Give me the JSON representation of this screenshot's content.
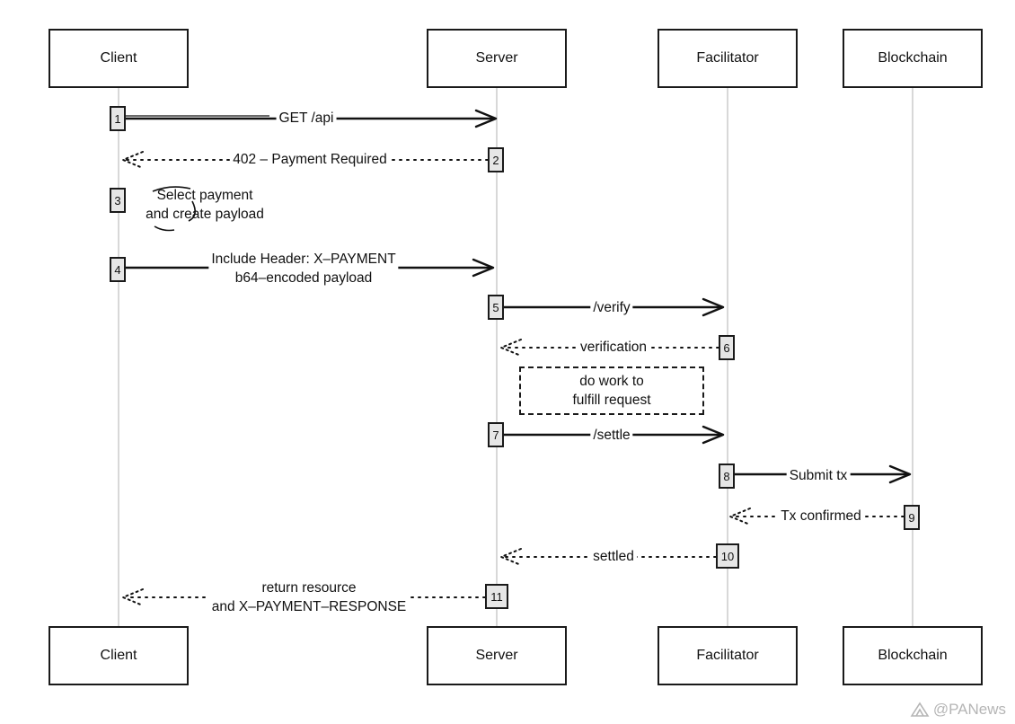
{
  "actors": [
    "Client",
    "Server",
    "Facilitator",
    "Blockchain"
  ],
  "messages": [
    {
      "step": "1",
      "label": [
        "GET /api"
      ],
      "from": 0,
      "to": 1,
      "style": "solid"
    },
    {
      "step": "2",
      "label": [
        "402 – Payment Required"
      ],
      "from": 1,
      "to": 0,
      "style": "dotted"
    },
    {
      "step": "3",
      "label": [
        "Select payment",
        "and create payload"
      ],
      "from": 0,
      "to": 0,
      "style": "self"
    },
    {
      "step": "4",
      "label": [
        "Include Header: X–PAYMENT",
        "b64–encoded payload"
      ],
      "from": 0,
      "to": 1,
      "style": "solid"
    },
    {
      "step": "5",
      "label": [
        "/verify"
      ],
      "from": 1,
      "to": 2,
      "style": "solid"
    },
    {
      "step": "6",
      "label": [
        "verification"
      ],
      "from": 2,
      "to": 1,
      "style": "dotted"
    },
    {
      "step": "7",
      "label": [
        "/settle"
      ],
      "from": 1,
      "to": 2,
      "style": "solid"
    },
    {
      "step": "8",
      "label": [
        "Submit tx"
      ],
      "from": 2,
      "to": 3,
      "style": "solid"
    },
    {
      "step": "9",
      "label": [
        "Tx confirmed"
      ],
      "from": 3,
      "to": 2,
      "style": "dotted"
    },
    {
      "step": "10",
      "label": [
        "settled"
      ],
      "from": 2,
      "to": 1,
      "style": "dotted"
    },
    {
      "step": "11",
      "label": [
        "return resource",
        "and X–PAYMENT–RESPONSE"
      ],
      "from": 1,
      "to": 0,
      "style": "dotted"
    }
  ],
  "note": {
    "lines": [
      "do work to",
      "fulfill request"
    ]
  },
  "watermark": "@PANews"
}
